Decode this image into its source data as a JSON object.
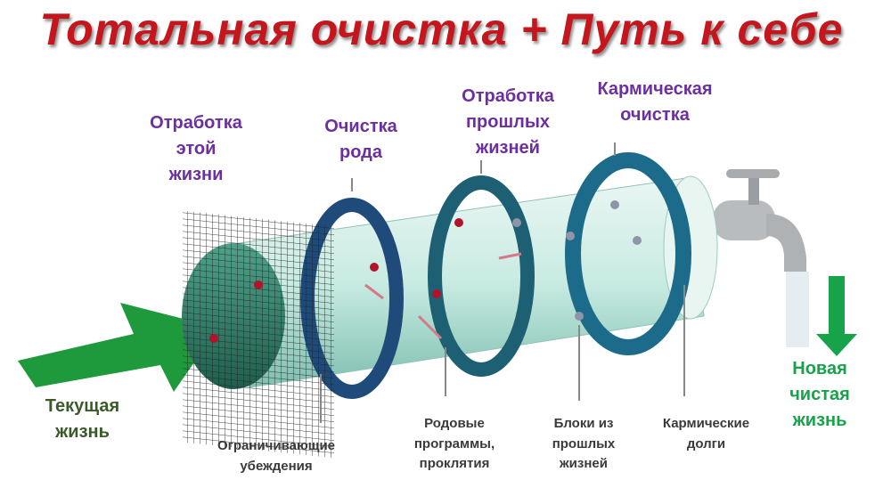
{
  "title": "Тотальная очистка + Путь к себе",
  "stages": [
    {
      "line1": "Отработка",
      "line2": "этой",
      "line3": "жизни"
    },
    {
      "line1": "Очистка",
      "line2": "рода"
    },
    {
      "line1": "Отработка",
      "line2": "прошлых",
      "line3": "жизней"
    },
    {
      "line1": "Кармическая",
      "line2": "очистка"
    }
  ],
  "obstacles": [
    {
      "line1": "Ограничивающие",
      "line2": "убеждения"
    },
    {
      "line1": "Родовые",
      "line2": "программы,",
      "line3": "проклятия"
    },
    {
      "line1": "Блоки из",
      "line2": "прошлых",
      "line3": "жизней"
    },
    {
      "line1": "Кармические",
      "line2": "долги"
    }
  ],
  "input": {
    "line1": "Текущая",
    "line2": "жизнь"
  },
  "output": {
    "line1": "Новая",
    "line2": "чистая",
    "line3": "жизнь"
  },
  "colors": {
    "title": "#c4161c",
    "stage": "#6b2fa0",
    "arrow": "#17a34a"
  }
}
